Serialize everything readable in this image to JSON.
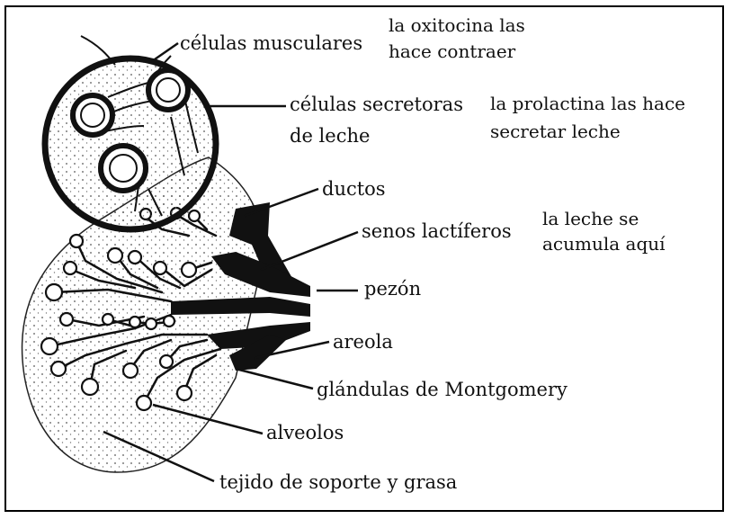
{
  "labels": {
    "celulas_musculares": "células musculares",
    "celulas_secretoras_1": "células secretoras",
    "celulas_secretoras_2": "de leche",
    "ductos": "ductos",
    "senos_lactiferos": "senos lactíferos",
    "pezon": "pezón",
    "areola": "areola",
    "glandulas": "glándulas de Montgomery",
    "alveolos": "alveolos",
    "tejido": "tejido de soporte y grasa"
  },
  "notes": {
    "oxitocina_1": "la oxitocina las",
    "oxitocina_2": "hace contraer",
    "prolactina_1": "la prolactina las hace",
    "prolactina_2": "secretar leche",
    "leche_1": "la leche se",
    "leche_2": "acumula aquí"
  },
  "colors": {
    "ink": "#111111",
    "stipple": "#555555",
    "background": "#ffffff"
  }
}
